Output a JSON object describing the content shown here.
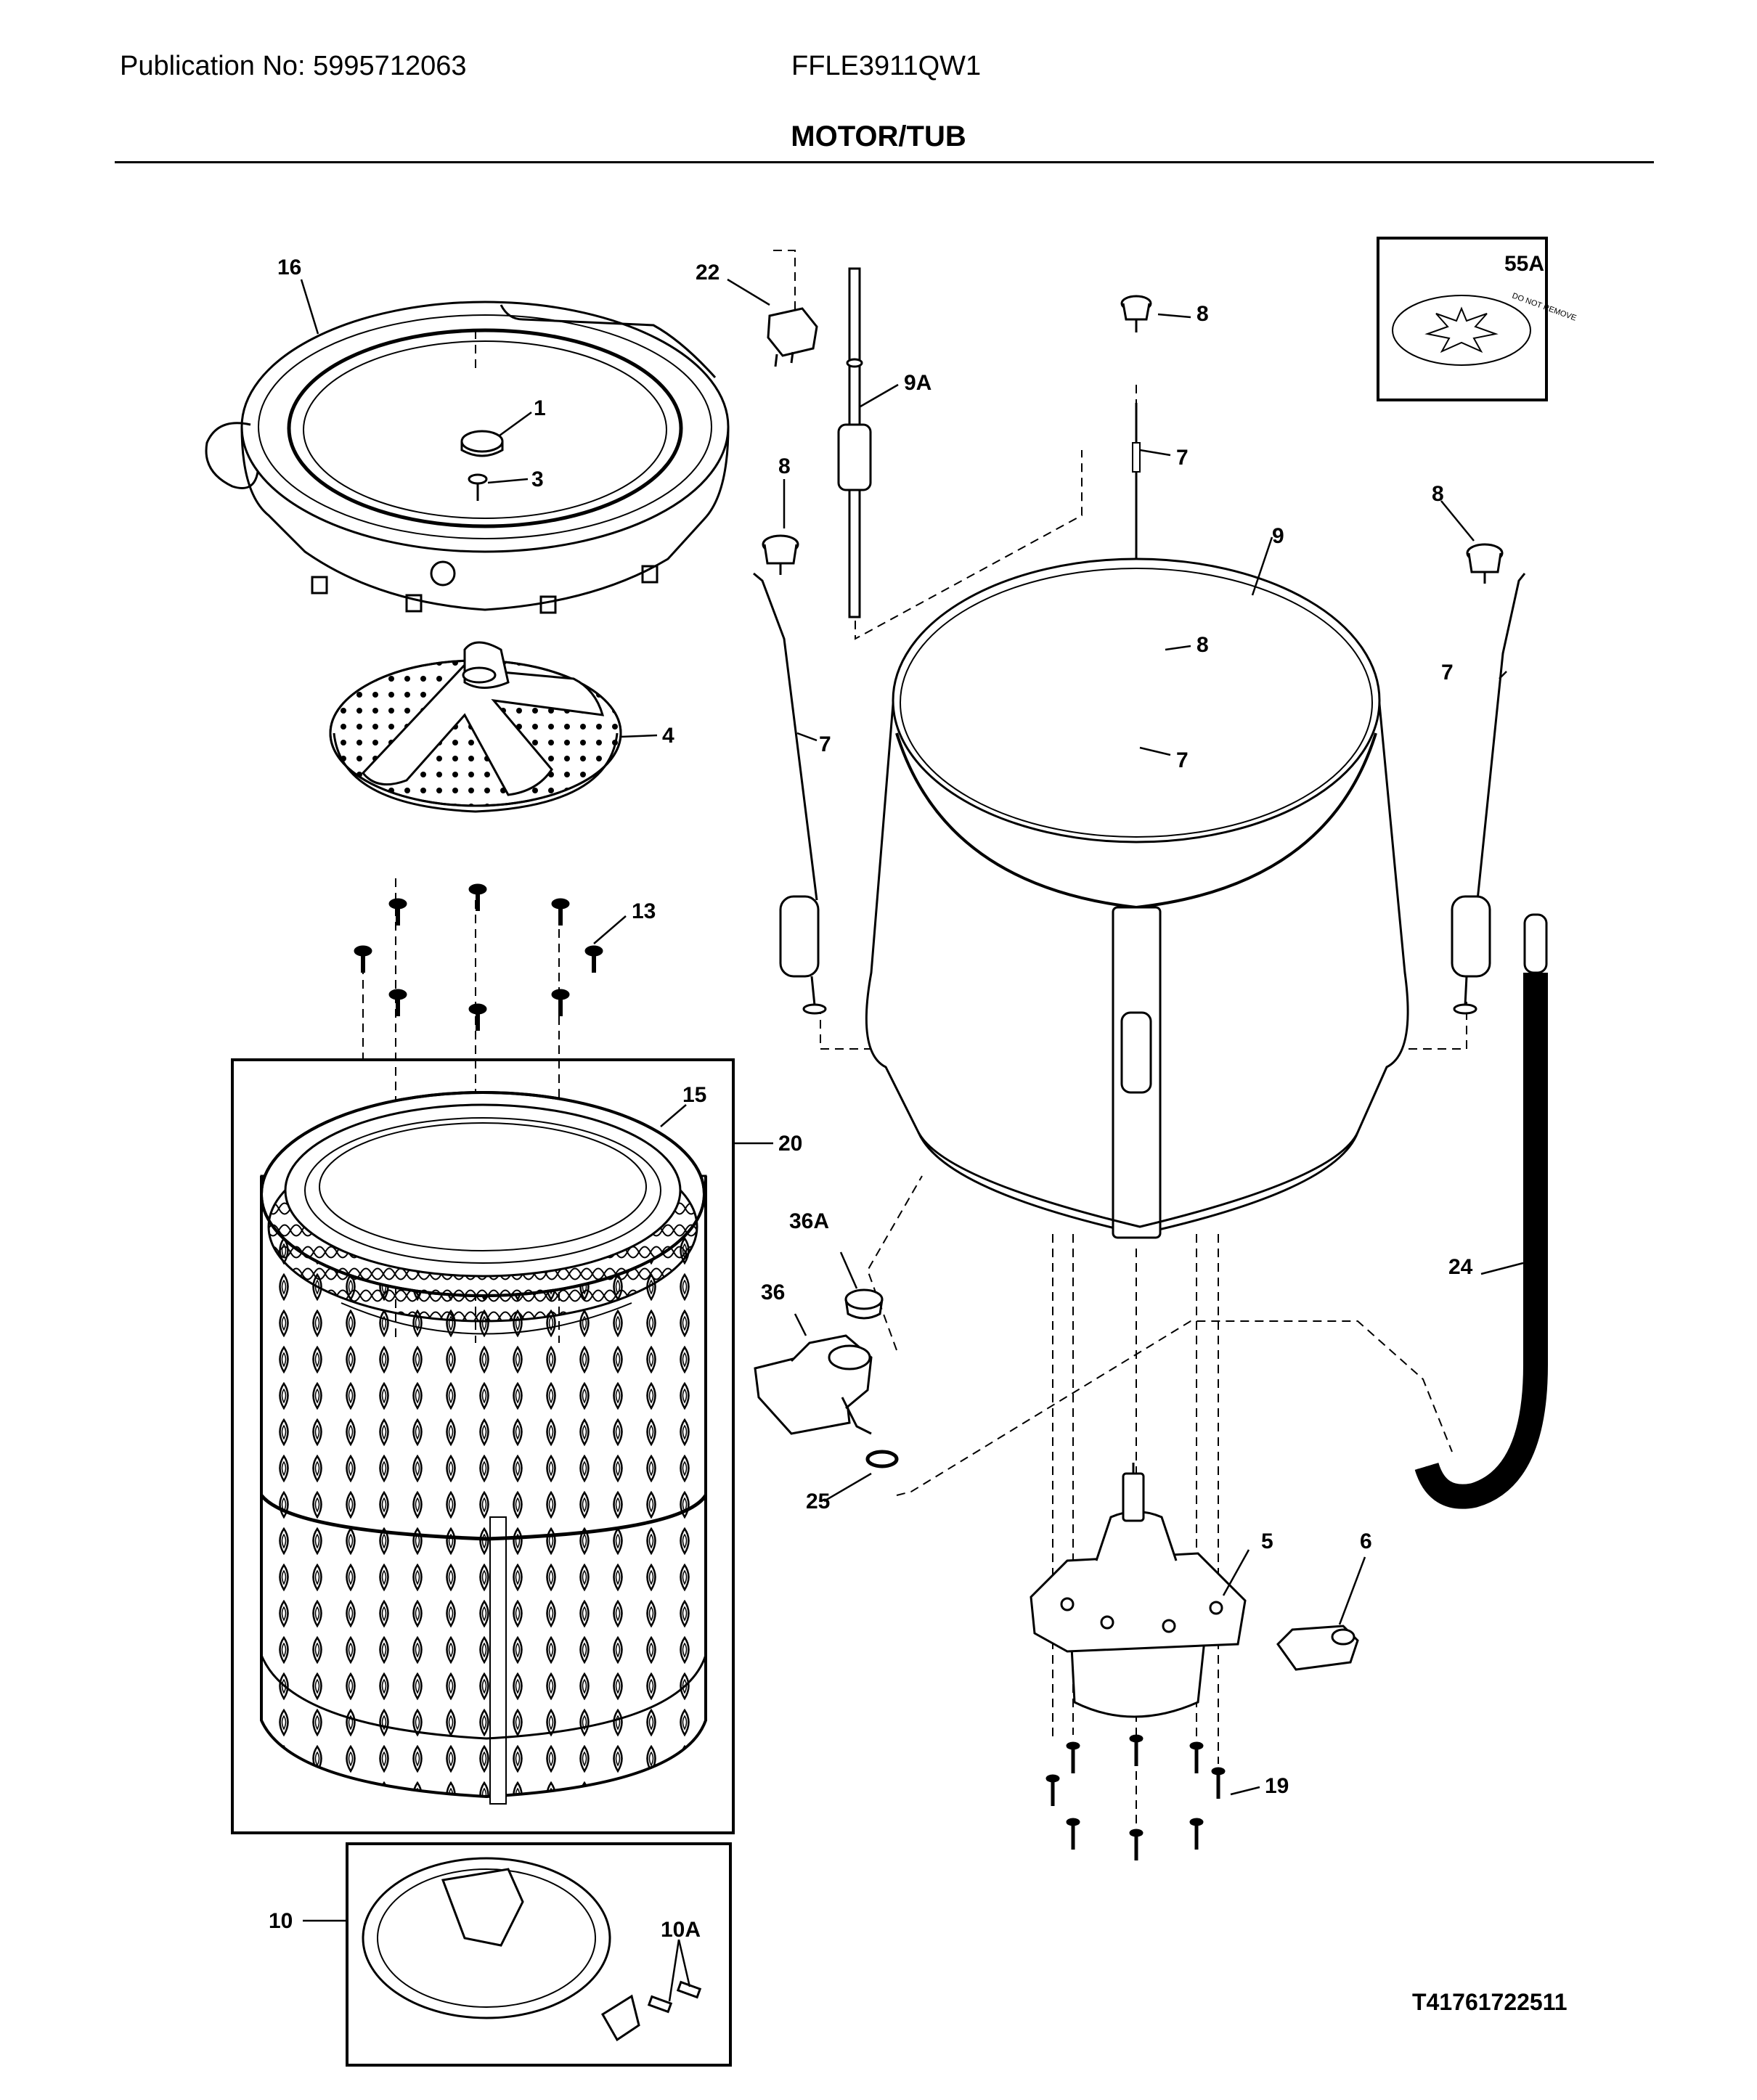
{
  "header": {
    "publication": "Publication No: 5995712063",
    "model": "FFLE3911QW1",
    "title": "MOTOR/TUB"
  },
  "parts": {
    "p1": "1",
    "p3": "3",
    "p4": "4",
    "p5": "5",
    "p6": "6",
    "p7": "7",
    "p8": "8",
    "p9": "9",
    "p9A": "9A",
    "p10": "10",
    "p10A": "10A",
    "p13": "13",
    "p15": "15",
    "p16": "16",
    "p19": "19",
    "p20": "20",
    "p22": "22",
    "p24": "24",
    "p25": "25",
    "p36": "36",
    "p36A": "36A",
    "p55A": "55A"
  },
  "inset": {
    "stamp_text": "DO NOT REMOVE"
  },
  "footer": {
    "code": "T41761722511"
  }
}
